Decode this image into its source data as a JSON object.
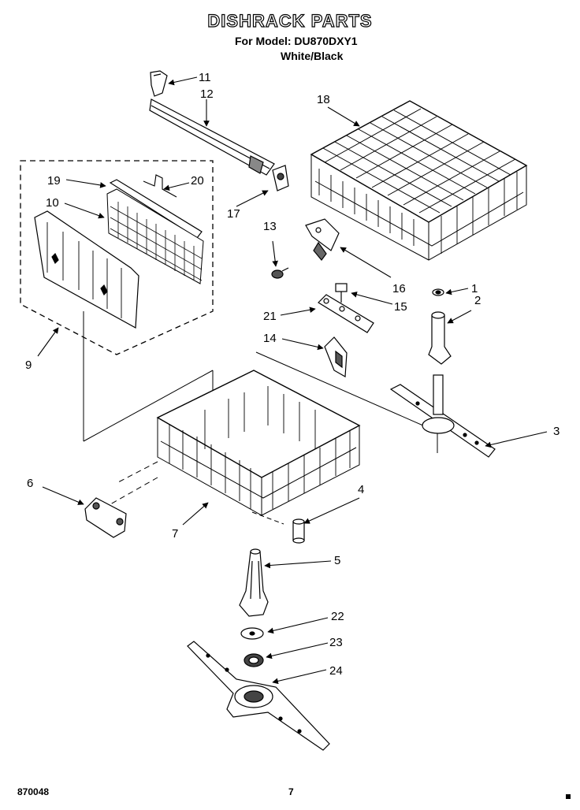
{
  "header": {
    "title": "DISHRACK PARTS",
    "model_line": "For Model: DU870DXY1",
    "color_line": "White/Black"
  },
  "footer": {
    "code": "870048",
    "page": "7"
  },
  "callouts": [
    "1",
    "2",
    "3",
    "4",
    "5",
    "6",
    "7",
    "9",
    "10",
    "11",
    "12",
    "13",
    "14",
    "15",
    "16",
    "17",
    "18",
    "19",
    "20",
    "21",
    "22",
    "23",
    "24"
  ]
}
